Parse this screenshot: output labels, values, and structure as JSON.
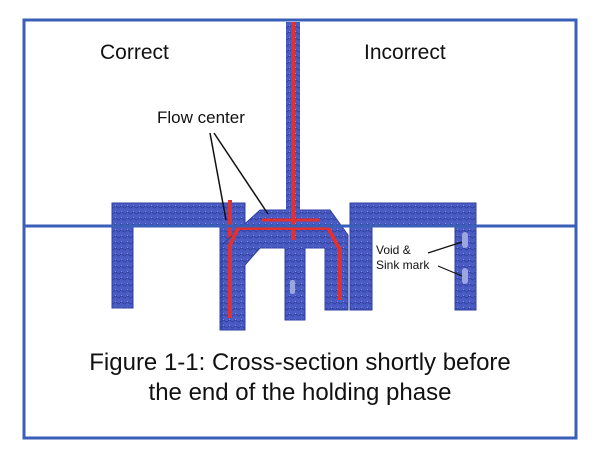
{
  "labels": {
    "correct": "Correct",
    "incorrect": "Incorrect",
    "flow_center": "Flow center",
    "void_line1": "Void &",
    "void_line2": "Sink mark"
  },
  "caption": {
    "line1": "Figure 1-1: Cross-section shortly before",
    "line2": "the end of the holding phase"
  },
  "colors": {
    "frame": "#3a5fb8",
    "part": "#4a5cc4",
    "flow": "#e03030",
    "background": "#ffffff"
  }
}
